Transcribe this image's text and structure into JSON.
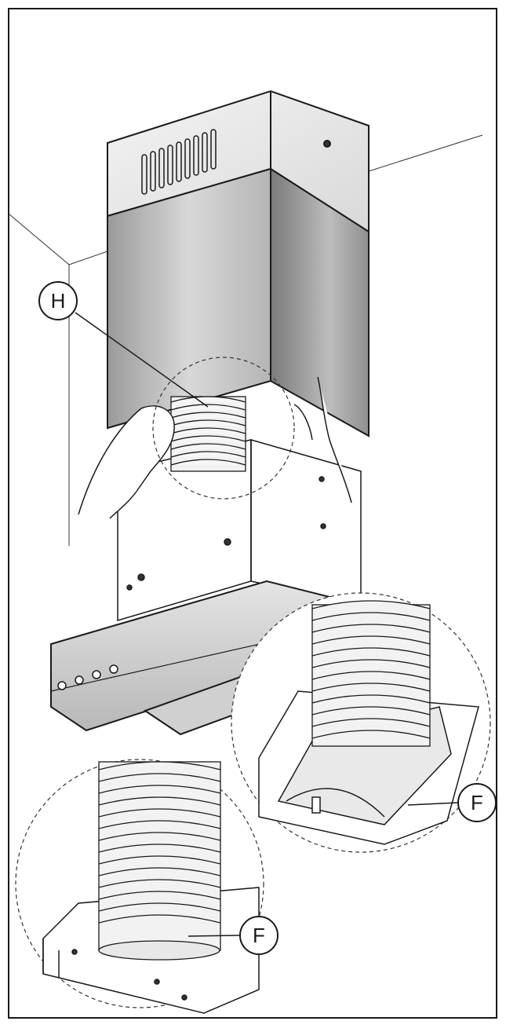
{
  "callouts": {
    "H": "H",
    "F_right": "F",
    "F_left": "F"
  },
  "colors": {
    "line": "#1a1a1a",
    "steel_light": "#cfcfcf",
    "steel_mid": "#a9a9a9",
    "steel_dark": "#6e6e6e",
    "paper": "#ffffff"
  }
}
